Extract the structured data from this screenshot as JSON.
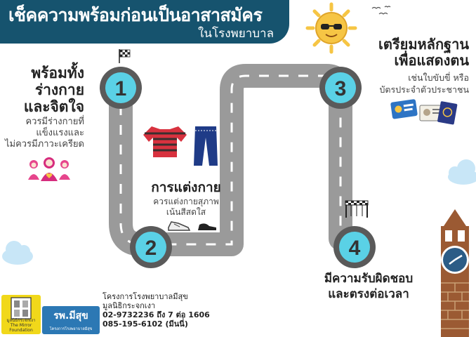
{
  "header": {
    "title": "เช็คความพร้อมก่อนเป็นอาสาสมัคร",
    "subtitle": "ในโรงพยาบาล"
  },
  "steps": [
    {
      "number": "1",
      "heading_lines": [
        "พร้อมทั้ง",
        "ร่างกาย",
        "และจิตใจ"
      ],
      "detail_lines": [
        "ควรมีร่างกายที่",
        "แข็งแรงและ",
        "ไม่ควรมีภาวะเครียด"
      ]
    },
    {
      "number": "2",
      "heading": "การแต่งกาย",
      "detail_lines": [
        "ควรแต่งกายสุภาพ",
        "เน้นสีสดใส"
      ]
    },
    {
      "number": "3",
      "heading_lines": [
        "เตรียมหลักฐาน",
        "เพื่อแสดงตน"
      ],
      "detail_lines": [
        "เช่นใบขับขี่ หรือ",
        "บัตรประจำตัวประชาชน"
      ]
    },
    {
      "number": "4",
      "heading_lines": [
        "มีความรับผิดชอบ",
        "และตรงต่อเวลา"
      ]
    }
  ],
  "footer": {
    "project": "โครงการโรงพยาบาลมีสุข",
    "foundation": "มูลนิธิกระจกเงา",
    "phone_1": "02-9732236 ถึง 7 ต่อ 1606",
    "phone_2": "085-195-6102 (มีนนี่)",
    "logo_mirror_th": "มูลนิธิกระจกเงา",
    "logo_mirror_en": "The Mirror Foundation",
    "logo_happy_title": "รพ.มีสุข",
    "logo_happy_sub": "โครงการโรงพยาบาลมีสุข"
  },
  "colors": {
    "title_bar": "#16536e",
    "road": "#9a9a9a",
    "marker_ring": "#5a5a5a",
    "marker_fill": "#5ad1e6",
    "sun": "#f6c544",
    "cloud": "#c8e6f7",
    "tower": "#9b5a33",
    "clock_face": "#2c5c86"
  },
  "icons": [
    "checkered-flag-icon",
    "sun-with-sunglasses-icon",
    "birds-icon",
    "cloud-icon",
    "family-icon",
    "striped-shirt-icon",
    "jeans-icon",
    "sneakers-icon",
    "shoe-icon",
    "id-cards-icon",
    "passport-icon",
    "finish-arch-icon",
    "clock-tower-icon"
  ]
}
